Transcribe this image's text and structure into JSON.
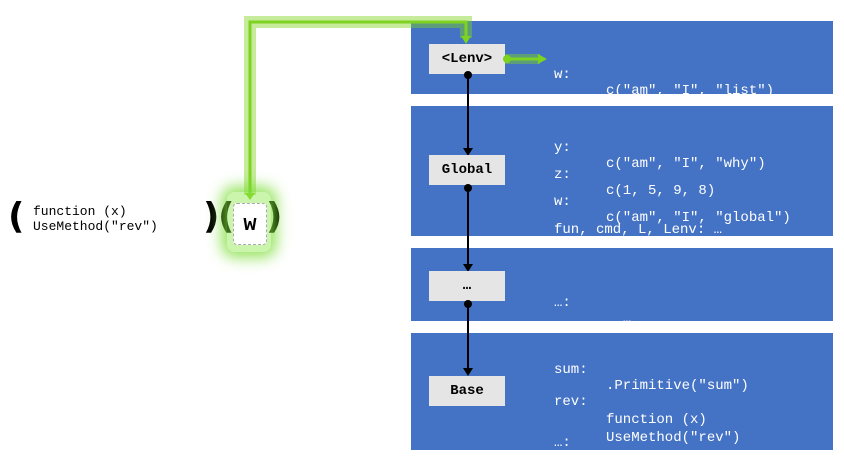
{
  "environments": [
    {
      "label": "<Lenv>",
      "bindings": [
        {
          "name": "w:",
          "value": "c(\"am\", \"I\", \"list\")"
        }
      ]
    },
    {
      "label": "Global",
      "bindings": [
        {
          "name": "y:",
          "value": "c(\"am\", \"I\", \"why\")"
        },
        {
          "name": "z:",
          "value": "c(1, 5, 9, 8)"
        },
        {
          "name": "w:",
          "value": "c(\"am\", \"I\", \"global\")"
        },
        {
          "name": "fun, cmd, L, Lenv: …",
          "value": ""
        }
      ]
    },
    {
      "label": "…",
      "bindings": [
        {
          "name": "…:",
          "value": "  …"
        }
      ]
    },
    {
      "label": "Base",
      "bindings": [
        {
          "name": "sum:",
          "value": ".Primitive(\"sum\")"
        },
        {
          "name": "rev:",
          "value": "function (x)\nUseMethod(\"rev\")"
        },
        {
          "name": "…:",
          "value": "  …"
        }
      ]
    }
  ],
  "call": {
    "open_paren": "(",
    "close_paren": ")",
    "function_line1": "function (x)",
    "function_line2": "UseMethod(\"rev\")",
    "arg_open": "(",
    "arg": "w",
    "arg_close": ")"
  },
  "colors": {
    "panel": "#4472c4",
    "label_box": "#e5e5e5",
    "highlight": "#7ed321"
  }
}
